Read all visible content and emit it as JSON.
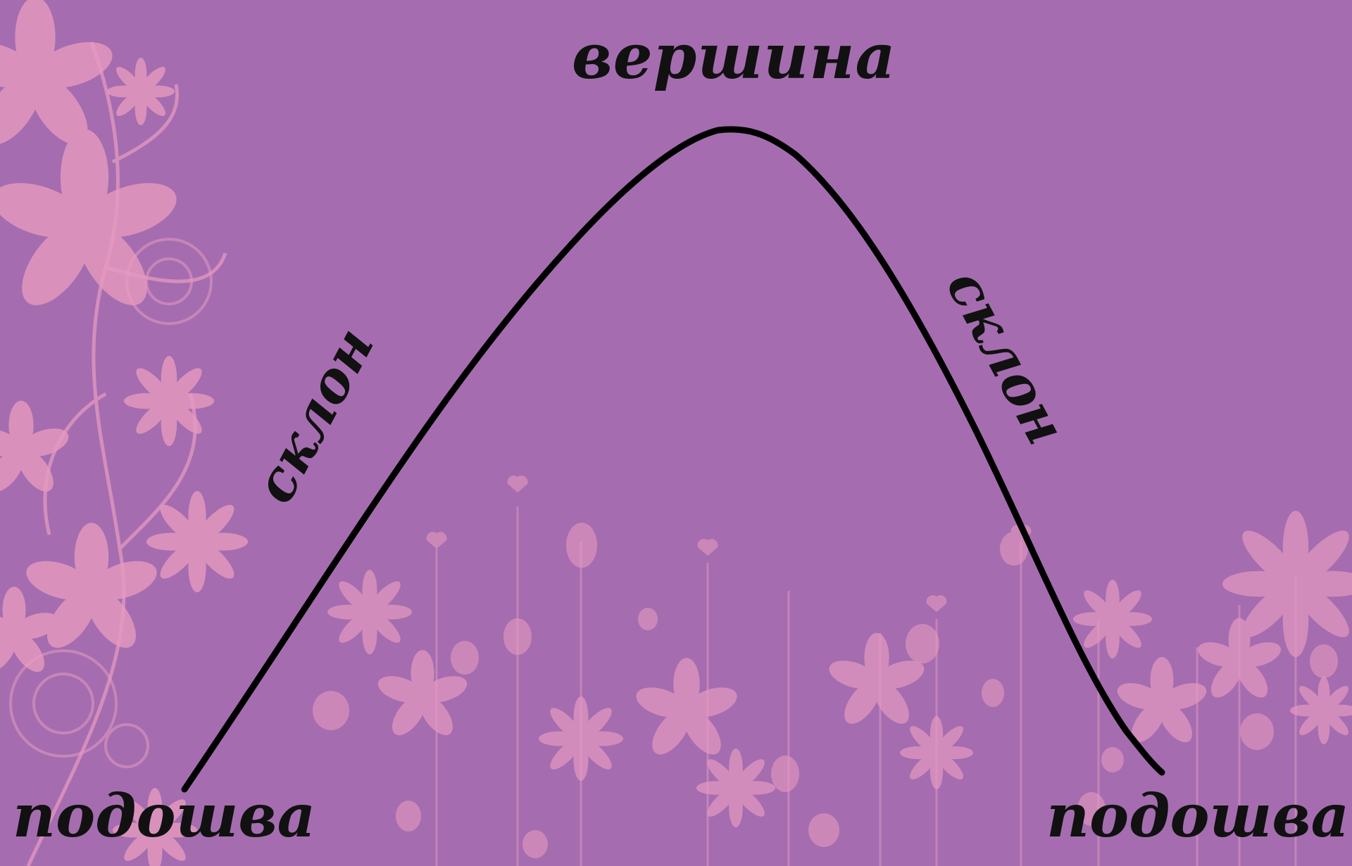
{
  "diagram": {
    "summit_label": "вершина",
    "slope_left_label": "склон",
    "slope_right_label": "склон",
    "foot_left_label": "подошва",
    "foot_right_label": "подошва"
  },
  "colors": {
    "background": "#a56db0",
    "flowers": "#e69ac0",
    "curve": "#000000",
    "text": "#111111"
  },
  "icons": {
    "decoration": "flower-pattern"
  }
}
